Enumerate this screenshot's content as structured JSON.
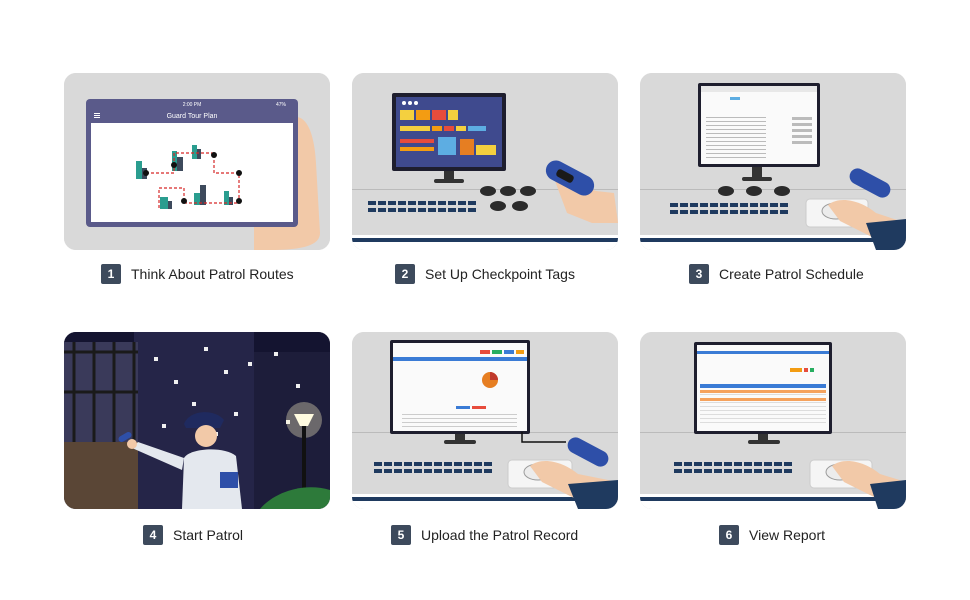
{
  "steps": [
    {
      "number": "1",
      "label": "Think About Patrol Routes"
    },
    {
      "number": "2",
      "label": "Set Up Checkpoint Tags"
    },
    {
      "number": "3",
      "label": "Create Patrol Schedule"
    },
    {
      "number": "4",
      "label": "Start Patrol"
    },
    {
      "number": "5",
      "label": "Upload the Patrol Record"
    },
    {
      "number": "6",
      "label": "View Report"
    }
  ],
  "tablet": {
    "time": "2:00 PM",
    "battery": "47%",
    "title": "Guard Tour Plan"
  },
  "colors": {
    "badge": "#3d4a5c",
    "card_bg": "#d9d9d9",
    "tablet_frame": "#5a5a8a",
    "desk_stripe": "#1f3a5f",
    "scanner_blue": "#2e4fa8"
  }
}
